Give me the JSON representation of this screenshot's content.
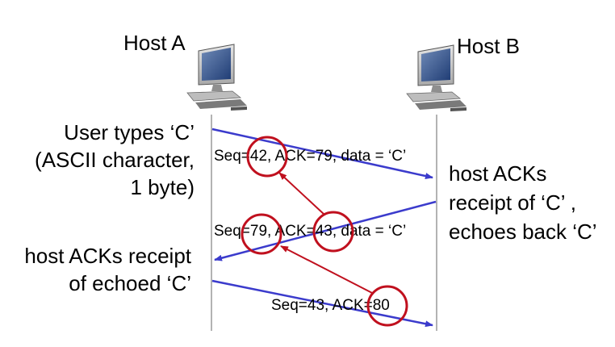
{
  "hosts": {
    "a": {
      "label": "Host A",
      "icon": "desktop-computer-icon"
    },
    "b": {
      "label": "Host B",
      "icon": "desktop-computer-icon"
    }
  },
  "left_notes": {
    "user_types": [
      "User types ‘C’",
      "(ASCII character,",
      "1 byte)"
    ],
    "host_acks": [
      "host ACKs receipt",
      "of echoed ‘C’"
    ]
  },
  "right_notes": {
    "host_acks": [
      "host ACKs",
      "receipt of ‘C’ ,",
      "echoes back ‘C’"
    ]
  },
  "messages": [
    {
      "text": "Seq=42, ACK=79, data = ‘C’",
      "direction": "A to B"
    },
    {
      "text": "Seq=79, ACK=43, data = ‘C’",
      "direction": "B to A"
    },
    {
      "text": "Seq=43, ACK=80",
      "direction": "A to B"
    }
  ],
  "colors": {
    "segment_arrow": "#3b3bcc",
    "highlight": "#c0101e",
    "timeline": "#9a9a9a",
    "text": "#000000"
  }
}
